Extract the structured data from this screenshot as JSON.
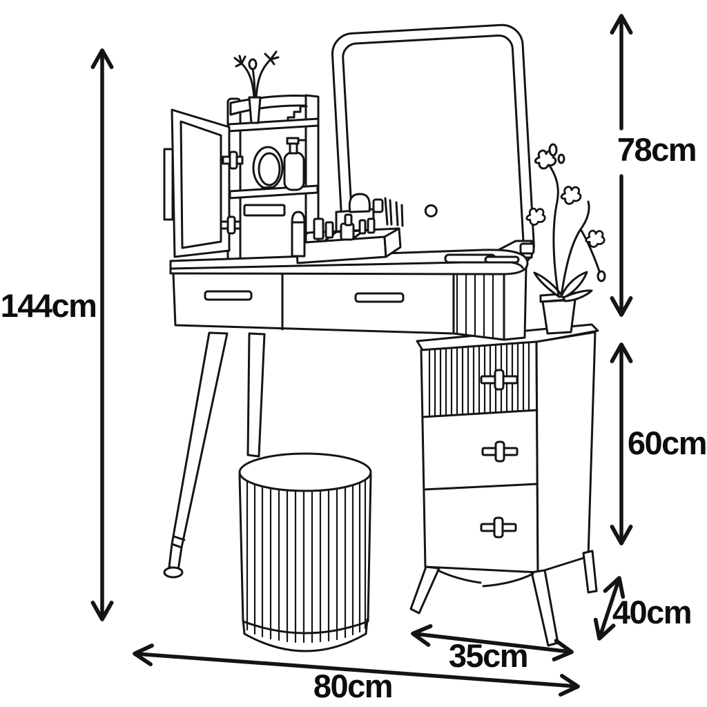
{
  "diagram": {
    "kind": "furniture-dimension-line-drawing",
    "labels": {
      "total_height": "144cm",
      "upper_section_height": "78cm",
      "cabinet_height": "60cm",
      "depth": "40cm",
      "cabinet_width": "35cm",
      "total_width": "80cm"
    },
    "colors": {
      "line": "#141414",
      "label": "#0d0d0d",
      "background": "#ffffff"
    }
  }
}
